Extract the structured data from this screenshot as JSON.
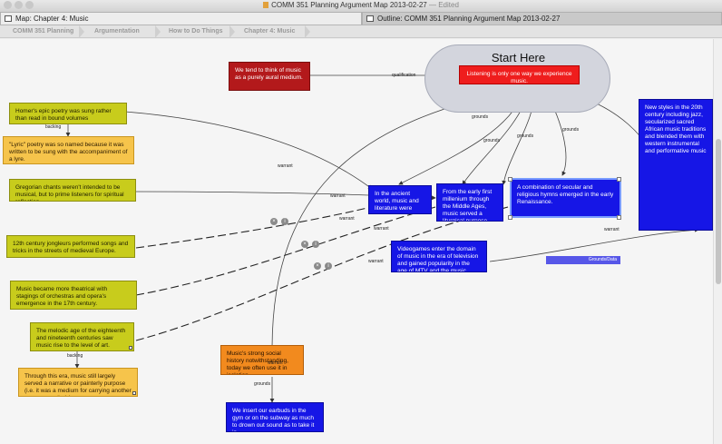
{
  "window": {
    "title": "COMM 351 Planning Argument Map 2013-02-27",
    "status": "— Edited"
  },
  "tabs": [
    {
      "label": "Map: Chapter 4: Music"
    },
    {
      "label": "Outline: COMM 351 Planning Argument Map 2013-02-27"
    }
  ],
  "breadcrumbs": [
    "COMM 351 Planning",
    "Argumentation",
    "How to Do Things",
    "Chapter 4: Music"
  ],
  "map": {
    "start_title": "Start Here",
    "main_claim": "Listening is only one way we experience music.",
    "qualification_claim": "We tend to think of music as a purely aural medium.",
    "nodes": {
      "homer": "Homer's epic poetry was sung rather than read in bound volumes",
      "lyric": "\"Lyric\" poetry was so named because it was written to be sung with the accompaniment of a lyre.",
      "gregorian": "Gregorian chants weren't intended to be musical, but to prime listeners for spiritual reflection.",
      "jongleurs": "12th century jongleurs performed songs and tricks in the streets of medieval Europe.",
      "theatrical": "Music became more theatrical with stagings of orchestras and opera's emergence in the 17th century.",
      "melodic": "The melodic age of the eighteenth and nineteenth centuries saw music rise to the level of art.",
      "through_era": "Through this era, music still largely served a narrative or painterly purpose (i.e. it was a medium for carrying another message entirely).",
      "social_history": "Music's strong social history notwithstanding, today we often use it in isolation.",
      "earbuds": "We insert our earbuds in the gym or on the subway as much to drown out sound as to take it in.",
      "ancient": "In the ancient world, music and literature were",
      "first_millenium": "From the early first millenium through the Middle Ages, music served a liturgical purpose.",
      "secular": "A combination of secular and religious hymns emerged in the early Renaissance.",
      "styles_20th": "New styles in the 20th century including jazz, secularized sacred African music traditions and blended them with western instrumental and performative music",
      "videogames": "Videogames enter the domain of music in the era of television and gained popularity in the age of MTV and the music video."
    },
    "link_labels": {
      "qualification": "qualification",
      "backing_1": "backing",
      "backing_2": "backing",
      "warrant_1": "warrant",
      "warrant_2": "warrant",
      "warrant_3": "warrant",
      "warrant_4": "warrant",
      "warrant_5": "warrant",
      "warrant_6": "warrant",
      "warrant_7": "warrant",
      "grounds_1": "grounds",
      "grounds_2": "grounds",
      "grounds_3": "grounds",
      "grounds_4": "grounds",
      "grounds_5": "grounds"
    },
    "grounds_tab": "Grounds/Data"
  },
  "colors": {
    "claim_red": "#ef1d1d",
    "dark_red": "#b3191b",
    "blue": "#1616e6",
    "olive": "#c8cc1c",
    "amber": "#f6c44b",
    "orange": "#f28a1e"
  }
}
